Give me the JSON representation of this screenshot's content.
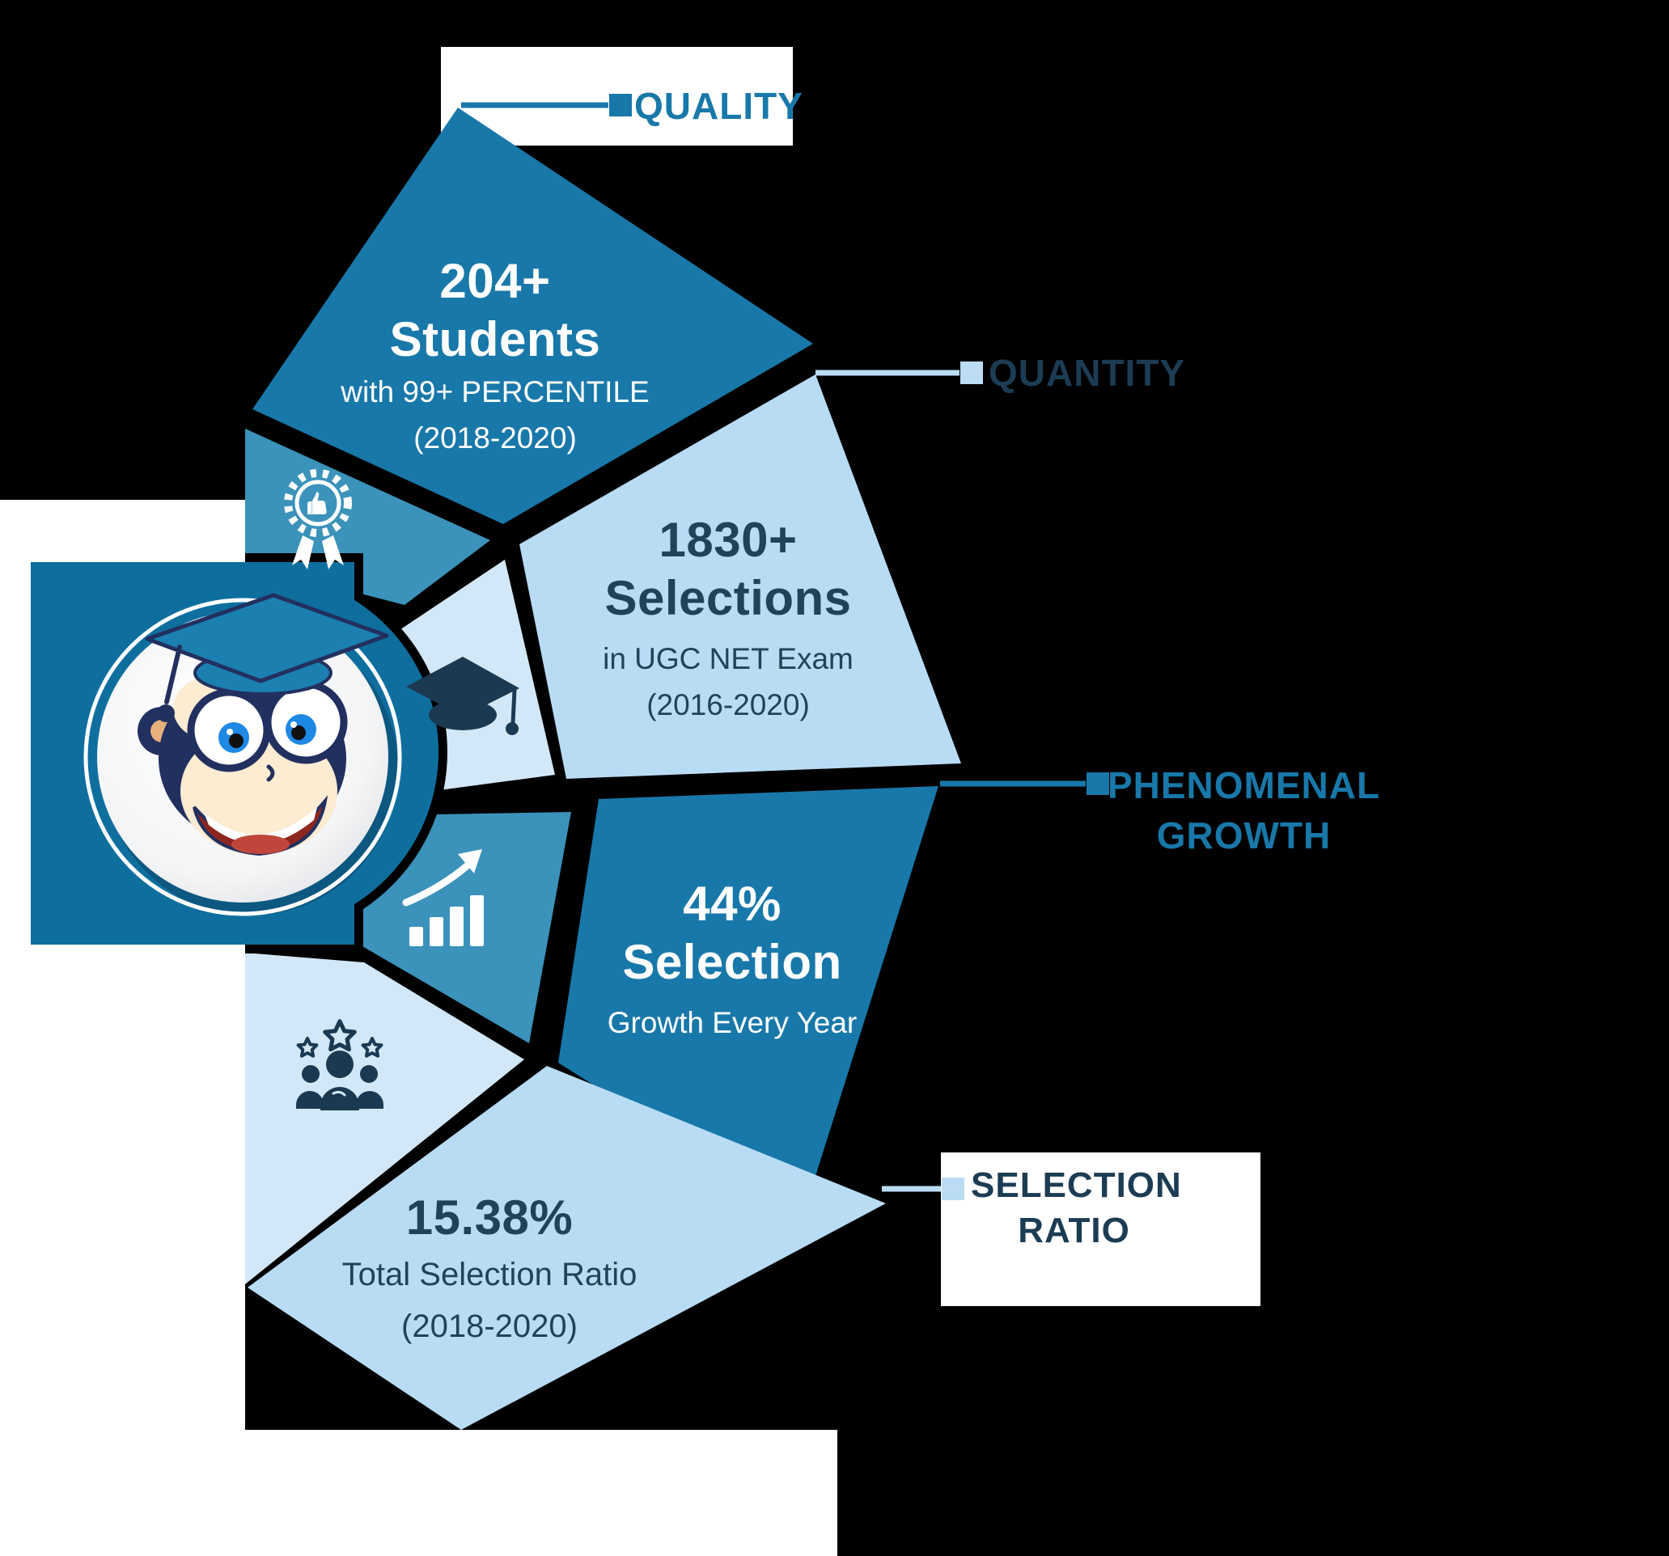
{
  "title": "UGC NET exam results infographic with monkey graduate mascot",
  "colors": {
    "background": "#000000",
    "dark_petal": "#1878A9",
    "light_petal": "#B9DCF5",
    "medium_band": "#3B92BA",
    "light_band": "#D2E8F8",
    "mascot_panel": "#0E6F9F",
    "brand_blue": "#1878A9",
    "navy_text": "#1F4459",
    "navy_label": "#1C3C54",
    "light_connector": "#BBDCF3",
    "white": "#FFFFFF"
  },
  "mascot": {
    "name": "monkey graduate mascot"
  },
  "sections": [
    {
      "label_lines": [
        "QUALITY"
      ],
      "stat": [
        "204+",
        "Students"
      ],
      "sub": [
        "with 99+ PERCENTILE",
        "(2018-2020)"
      ],
      "icon": "award-ribbon-thumbs-up-icon",
      "tone": "dark",
      "connector": "dark"
    },
    {
      "label_lines": [
        "QUANTITY"
      ],
      "stat": [
        "1830+",
        "Selections"
      ],
      "sub": [
        "in UGC NET Exam",
        "(2016-2020)"
      ],
      "icon": "graduation-cap-icon",
      "tone": "light",
      "connector": "light"
    },
    {
      "label_lines": [
        "PHENOMENAL",
        "GROWTH"
      ],
      "stat": [
        "44%",
        "Selection"
      ],
      "sub": [
        "Growth Every Year"
      ],
      "icon": "growth-chart-icon",
      "tone": "dark",
      "connector": "dark"
    },
    {
      "label_lines": [
        "SELECTION",
        "RATIO"
      ],
      "stat": [
        "15.38%"
      ],
      "sub": [
        "Total Selection Ratio",
        "(2018-2020)"
      ],
      "icon": "people-with-stars-icon",
      "tone": "light",
      "connector": "light"
    }
  ]
}
